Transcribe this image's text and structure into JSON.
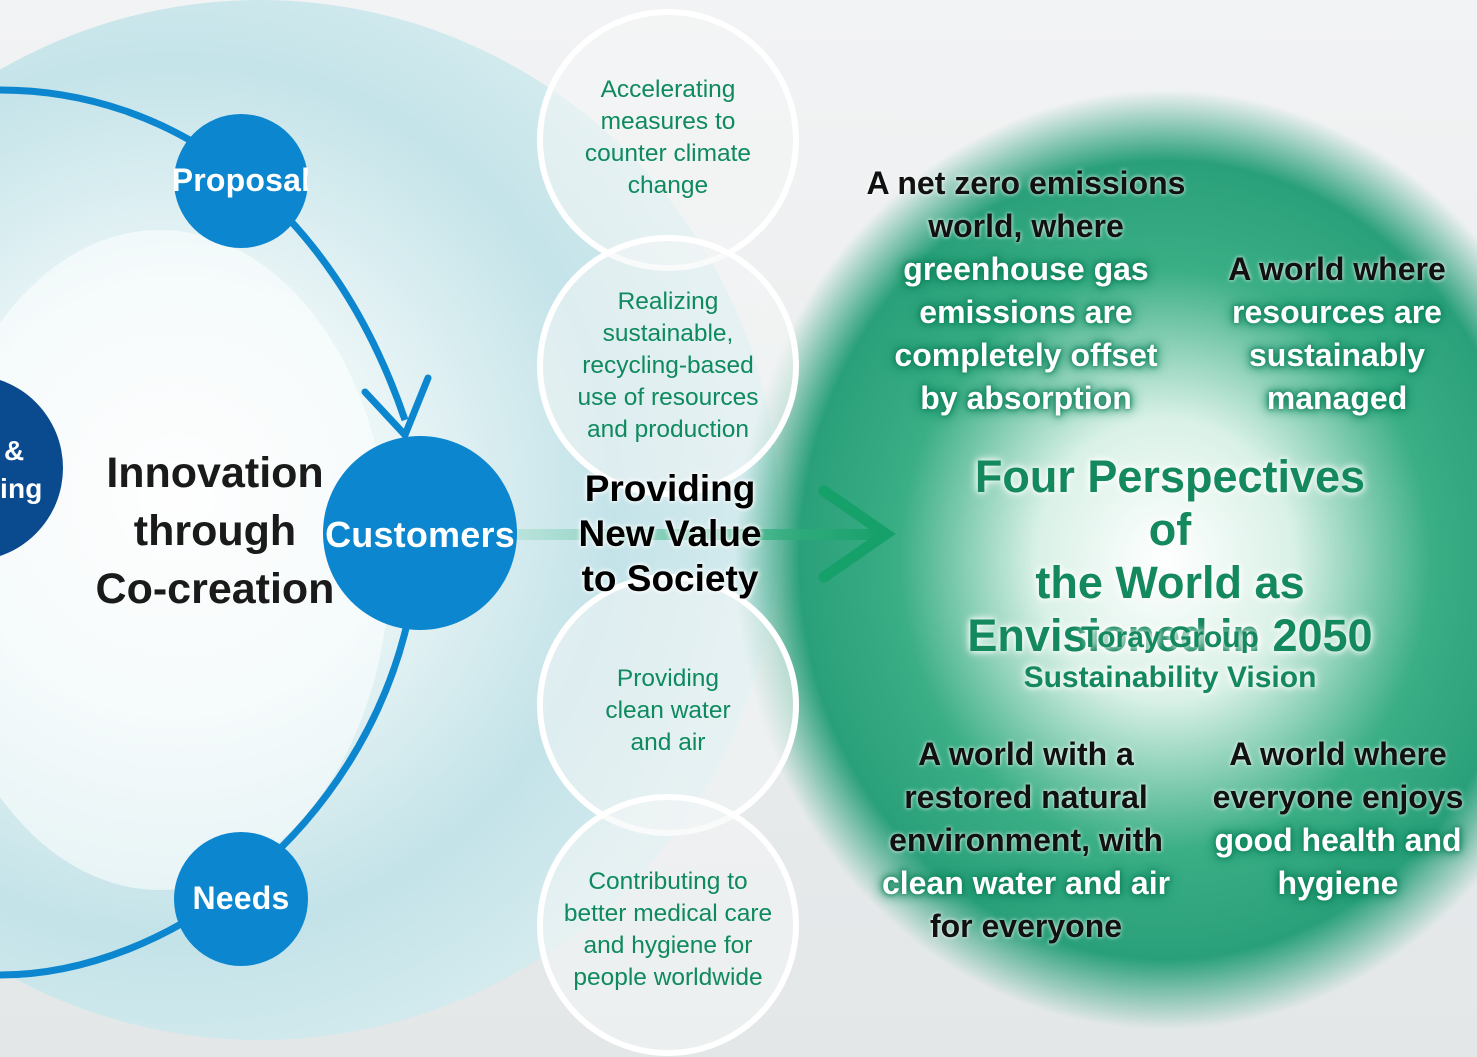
{
  "cycle": {
    "proposal": "Proposal",
    "customers": "Customers",
    "needs": "Needs",
    "left_node_line1": "&",
    "left_node_line2": "ing",
    "center_line1": "Innovation",
    "center_line2": "through",
    "center_line3": "Co-creation"
  },
  "value": {
    "line1": "Providing",
    "line2": "New Value",
    "line3": "to Society"
  },
  "bubbles": [
    {
      "line1": "Accelerating",
      "line2": "measures to",
      "line3": "counter climate",
      "line4": "change"
    },
    {
      "line1": "Realizing",
      "line2": "sustainable,",
      "line3": "recycling-based",
      "line4": "use of resources",
      "line5": "and production"
    },
    {
      "line1": "Providing",
      "line2": "clean water",
      "line3": "and air"
    },
    {
      "line1": "Contributing to",
      "line2": "better medical care",
      "line3": "and hygiene for",
      "line4": "people worldwide"
    }
  ],
  "vision": {
    "title_line1": "Four Perspectives of",
    "title_line2": "the World as",
    "title_line3": "Envisioned in 2050",
    "sub_line1": "Toray Group",
    "sub_line2": "Sustainability Vision"
  },
  "perspectives": [
    {
      "line1": "A net zero emissions",
      "line2": "world, where",
      "line3": "greenhouse gas",
      "line4": "emissions are",
      "line5": "completely offset",
      "line6": "by absorption"
    },
    {
      "line1": "A world where",
      "line2": "resources are",
      "line3": "sustainably",
      "line4": "managed"
    },
    {
      "line1": "A world with a",
      "line2": "restored natural",
      "line3": "environment, with",
      "line4": "clean water and air",
      "line5": "for everyone"
    },
    {
      "line1": "A world where",
      "line2": "everyone enjoys",
      "line3": "good health and",
      "line4": "hygiene"
    }
  ],
  "colors": {
    "blue": "#0b86cf",
    "navy": "#0a4a8f",
    "green": "#14895d",
    "vision_green": "#25a67a"
  }
}
